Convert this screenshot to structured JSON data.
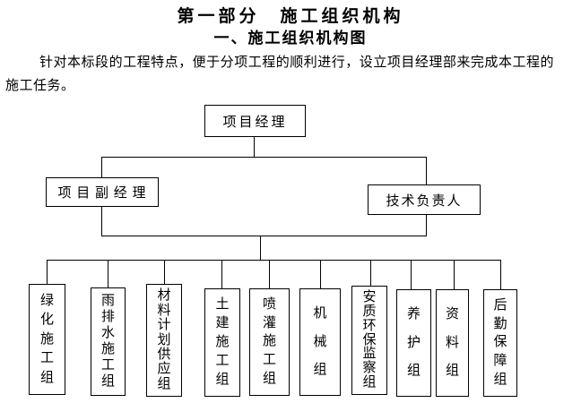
{
  "document": {
    "title": "第一部分　施工组织机构",
    "subtitle": "一、施工组织机构图",
    "paragraph": "针对本标段的工程特点，便于分项工程的顺利进行，设立项目经理部来完成本工程的施工任务。"
  },
  "org_chart": {
    "root": {
      "label": "项目经理"
    },
    "deputy": {
      "label": "项 目 副 经 理"
    },
    "technical": {
      "label": "技术负责人"
    },
    "teams": [
      {
        "label": "绿化施工组"
      },
      {
        "label": "雨排水施工组"
      },
      {
        "label": "材料计划供应组"
      },
      {
        "label": "土建施工组"
      },
      {
        "label": "喷灌施工组"
      },
      {
        "label": "机械组"
      },
      {
        "label": "安质环保监察组"
      },
      {
        "label": "养护组"
      },
      {
        "label": "资料组"
      },
      {
        "label": "后勤保障组"
      }
    ]
  },
  "colors": {
    "text": "#000000",
    "background": "#ffffff",
    "line": "#000000"
  }
}
